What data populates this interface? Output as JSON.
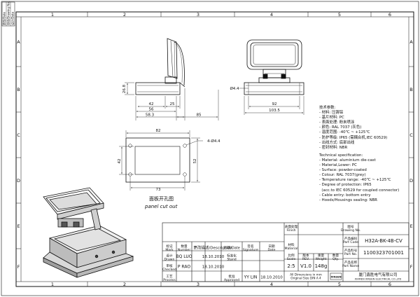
{
  "drawing": {
    "zone_numbers_top": [
      "1",
      "2",
      "3",
      "4",
      "5",
      "6"
    ],
    "zone_numbers_bottom": [
      "1",
      "2",
      "3",
      "4",
      "5",
      "6"
    ],
    "zone_letters": [
      "A",
      "B",
      "C",
      "D",
      "E",
      "F"
    ],
    "corner_tab_top": "更改/Date",
    "corner_tab_middle": "审核/Drawing No.",
    "corner_tab_bottom": "设计/Data"
  },
  "side_view": {
    "dims": {
      "d1": "26.8",
      "d2": "42",
      "d3": "25",
      "d4": "56",
      "d5": "58.3",
      "d6": "85"
    }
  },
  "front_view": {
    "dims": {
      "hole": "Ø4.4",
      "inner": "92",
      "outer": "103.5"
    }
  },
  "cutout": {
    "dims": {
      "width_top": "82",
      "hole": "4-Ø4.4",
      "height_left": "42",
      "height_right": "52",
      "width_bottom": "73"
    },
    "title_cn": "面板开孔图",
    "title_en": "panel cut out"
  },
  "specs_cn": {
    "heading": "技术参数:",
    "lines": [
      "- 材料: 压铸铝",
      "- 基片材料: PC",
      "- 表面处理: 粉末喷涂",
      "- 颜色: RAL 7037 (灰色)",
      "- 温度范围: -40℃ ~ +125℃",
      "- 防护等级: IP65 (需耦合机,IEC 60529)",
      "- 出线方式: 底部出线",
      "- 密封材料: NBR"
    ]
  },
  "specs_en": {
    "heading": "Technical specification:",
    "lines": [
      "- Material: aluminium die-cast",
      "- Material,Lower: PC",
      "- Surface: powder-coated",
      "- Colour: RAL 7037(grey)",
      "- Temperature range: -40℃ ~ +125℃",
      "- Degree of protection: IP65",
      "  (acc.to IEC 60529 for coupled connector)",
      "- Cable entry: bottom entry",
      "- Hoods/Housings sealing: NBR"
    ]
  },
  "title_block": {
    "rev_headers": {
      "mark": "标记\nMark",
      "number": "数量\nNumber",
      "description": "更改描述/Description",
      "date": "日期/Date",
      "signature": "签名\nSignature",
      "date2": "日期\nDate"
    },
    "rows": [
      {
        "role": "设计\nDrawn",
        "name": "BQ LUO",
        "date": "18.10.2010",
        "role2": "标准化\nStand",
        "val2": ""
      },
      {
        "role": "审核\nChecked",
        "name": "P RAO",
        "date": "18.10.2010",
        "role2": "",
        "val2": ""
      },
      {
        "role": "工艺\nProcess",
        "name": "",
        "date": "",
        "role2": "批准\nApproved",
        "val2": "YY LIN",
        "date2": "18.10.2010"
      }
    ],
    "finish_label": "表面处理\nFinish",
    "finish_value": "",
    "material_label": "材料\nMaterial",
    "material_value": "",
    "scale_label": "比例\nScale",
    "scale_value": "2:5",
    "rev_label": "版本\nREV.",
    "rev_value": "V1.0",
    "weight_label": "重量\nWeight",
    "weight_value": "148g",
    "qty_label": "数量\nQty.",
    "qty_value": "",
    "drawing_no_label": "图号\nDrawing No.",
    "drawing_no_value": "",
    "part_code_label": "产品编码\nPart Code",
    "part_code_value": "H32A-BK-4B-CV",
    "part_no_label": "产品料号\nPart No.",
    "part_no_value": "1100323701001",
    "part_name_label": "产品名称\nPart Name",
    "part_name_value": "",
    "dims_note": "All Dimensions in mm\nOriginal Size DIN A 4",
    "logo_text": "XINSEN",
    "company_cn": "厦门鑫胜电气有限公司",
    "company_en": "XIAMEN XINSEN ELECTRICAL CO.,LTD"
  }
}
